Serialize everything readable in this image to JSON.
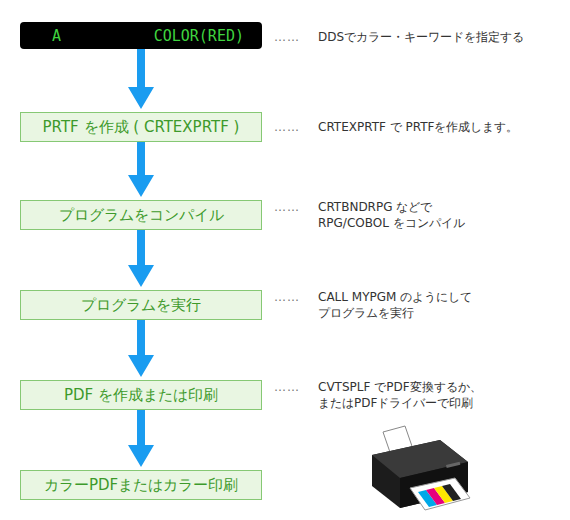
{
  "diagram": {
    "nodes": [
      {
        "text": [
          "A",
          "COLOR(RED)"
        ]
      },
      {
        "text": [
          "PRTF を作成 ( CRTEXPRTF )"
        ]
      },
      {
        "text": [
          "プログラムをコンパイル"
        ]
      },
      {
        "text": [
          "プログラムを実行"
        ]
      },
      {
        "text": [
          "PDF を作成または印刷"
        ]
      },
      {
        "text": [
          "カラーPDFまたはカラー印刷"
        ]
      }
    ],
    "edges": [
      {
        "from": 0,
        "to": 1,
        "arrow": "to"
      },
      {
        "from": 1,
        "to": 2,
        "arrow": "to"
      },
      {
        "from": 2,
        "to": 3,
        "arrow": "to"
      },
      {
        "from": 3,
        "to": 4,
        "arrow": "to"
      },
      {
        "from": 4,
        "to": 5,
        "arrow": "to"
      }
    ],
    "labels": [
      "……",
      "DDSでカラー・キーワードを指定する",
      "……",
      "CRTEXPRTF で PRTFを作成します。",
      "……",
      "CRTBNDRPG などで RPG/COBOL をコンパイル",
      "……",
      "CALL MYPGM のようにして プログラムを実行",
      "……",
      "CVTSPLF でPDF変換するか、 またはPDFドライバーで印刷"
    ]
  }
}
